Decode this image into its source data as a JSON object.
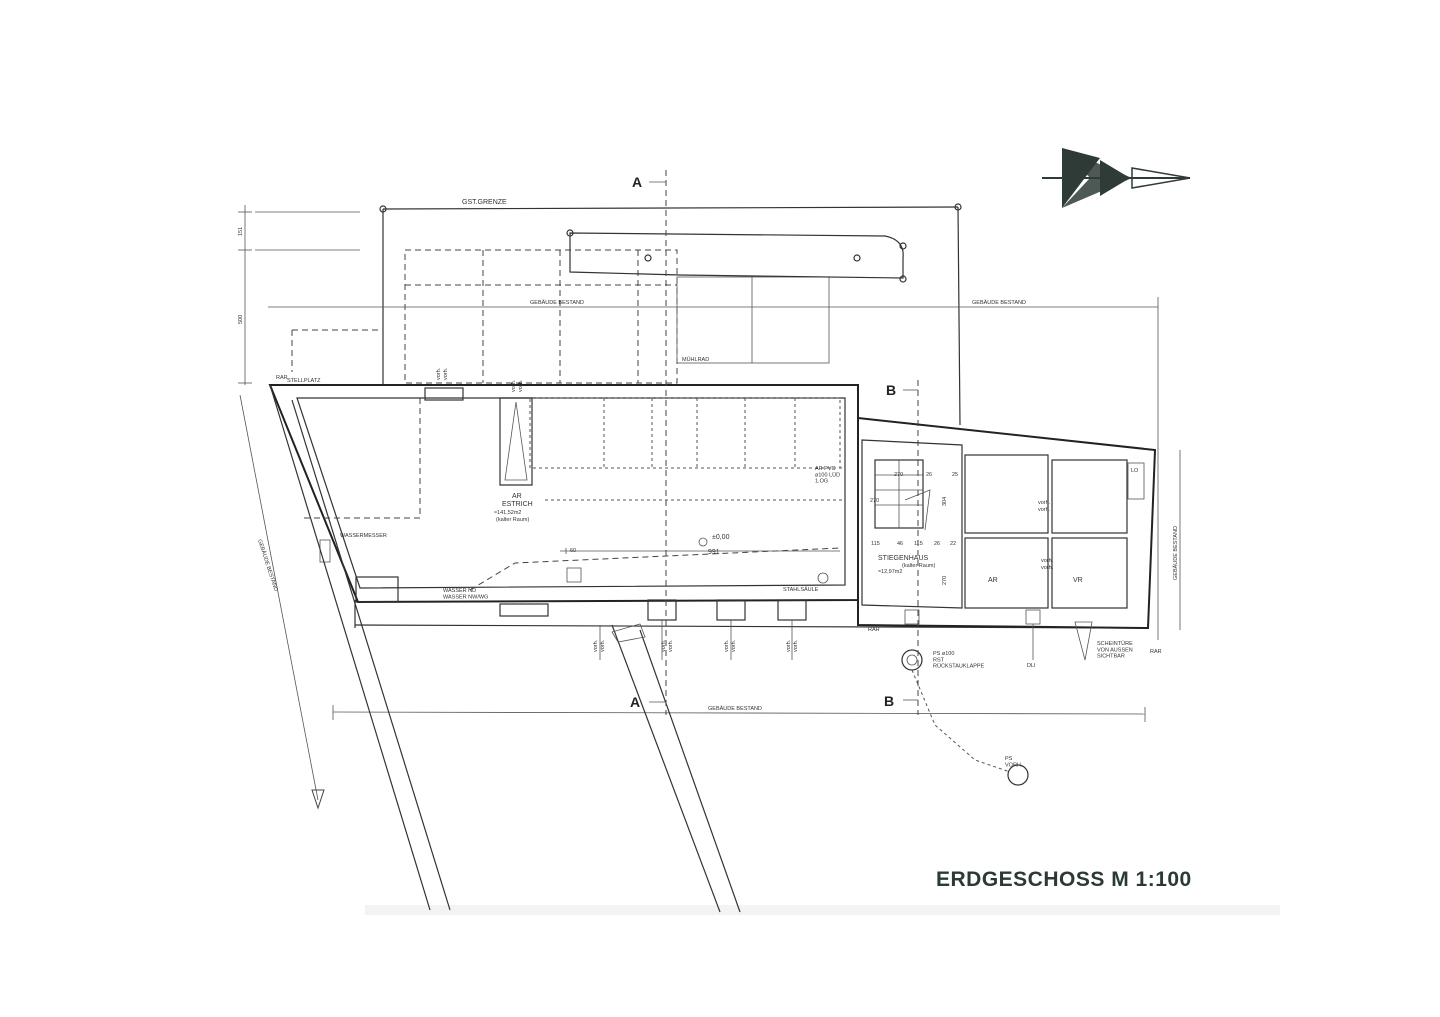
{
  "title": "ERDGESCHOSS  M 1:100",
  "labels": {
    "gst_grenze": "GST.GRENZE",
    "gebaeude_bestand": "GEBÄUDE BESTAND",
    "gebaeude_bestand_upper": "GEBÄUDE BESTAND",
    "gebaeude_bestand_right": "GEBÄUDE BESTAND",
    "gebaeude_bestand_left": "GEBÄUDE BESTAND",
    "gebaeude_bestand_bottom": "GEBÄUDE BESTAND",
    "muehlrad": "MÜHLRAD",
    "stellplatz": "STELLPLATZ",
    "rar": "RAR",
    "wassermesser": "WASSERMESSER",
    "wasser_note": "WASSER ND\nWASSER NW/WG",
    "ar": "AR",
    "estrich": "ESTRICH",
    "estrich_area": "≈141,52m2",
    "estrich_note": "(kalter Raum)",
    "level": "±0,00",
    "dim_991": "991",
    "dim_60": "60",
    "stahlsaeule": "STAHLSÄULE",
    "steigenhaus": "STIEGENHAUS",
    "steigenhaus_note": "(kalter Raum)",
    "steigenhaus_area": "≈12,97m2",
    "ar_pvc": "AR PVC\nø100 LÜD\n1.OG",
    "room_ar": "AR",
    "room_vr": "VR",
    "lo": "LO",
    "vorh": "vorh.",
    "ps_note": "PS ø100\nRST\nRÜCKSTAUKLAPPE",
    "ps_vorh": "PS\nVORH.",
    "scheintuere": "SCHEINTÜRE\nVON AUSSEN\nSICHTBAR",
    "dli": "DLI",
    "dim_151": "151",
    "dim_500": "500",
    "dim_270a": "270",
    "dim_270b": "270",
    "dim_26": "26",
    "dim_25": "25",
    "dim_304": "304",
    "dim_115a": "115",
    "dim_46": "46",
    "dim_115b": "115",
    "dim_26b": "26",
    "dim_22": "22",
    "dim_270c": "270",
    "sec_a_top": "A",
    "sec_a_bottom": "A",
    "sec_b_top": "B",
    "sec_b_bottom": "B"
  },
  "colors": {
    "line": "#333333",
    "title": "#2b3a36",
    "north": "#2f3b36"
  }
}
